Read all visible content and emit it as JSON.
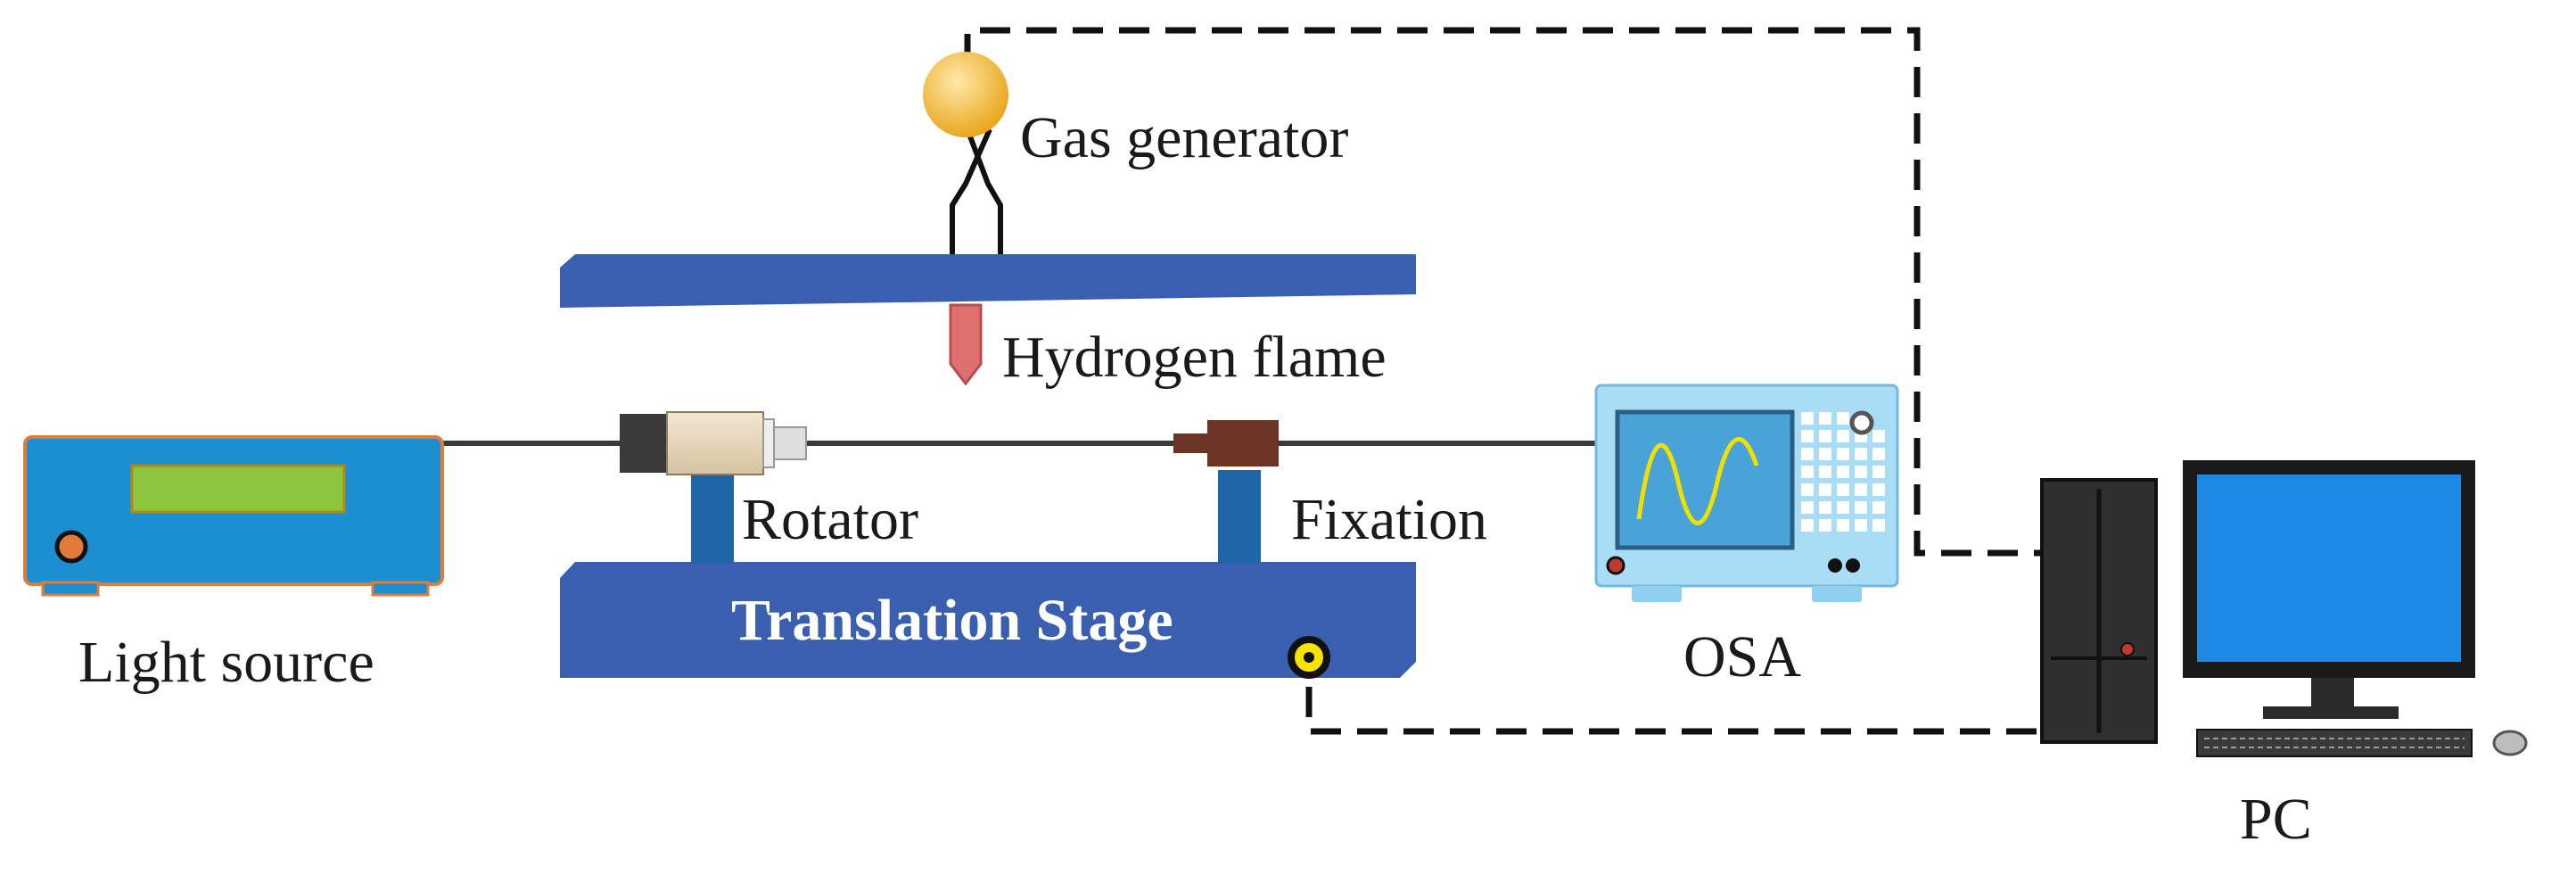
{
  "labels": {
    "gas_generator": "Gas generator",
    "hydrogen_flame": "Hydrogen flame",
    "rotator": "Rotator",
    "fixation": "Fixation",
    "translation_stage": "Translation Stage",
    "light_source": "Light source",
    "osa": "OSA",
    "pc": "PC"
  },
  "colors": {
    "stage_blue": "#3a5fb0",
    "post_blue": "#1f66a8",
    "device_blue": "#1b8fd0",
    "display_green": "#8cc63f",
    "osa_light": "#a9dcf5",
    "osa_screen": "#4aa3d8",
    "flame": "#e07070",
    "gas_ball": "#f2b733",
    "signal": "#f0e000",
    "monitor": "#1e88e5"
  }
}
